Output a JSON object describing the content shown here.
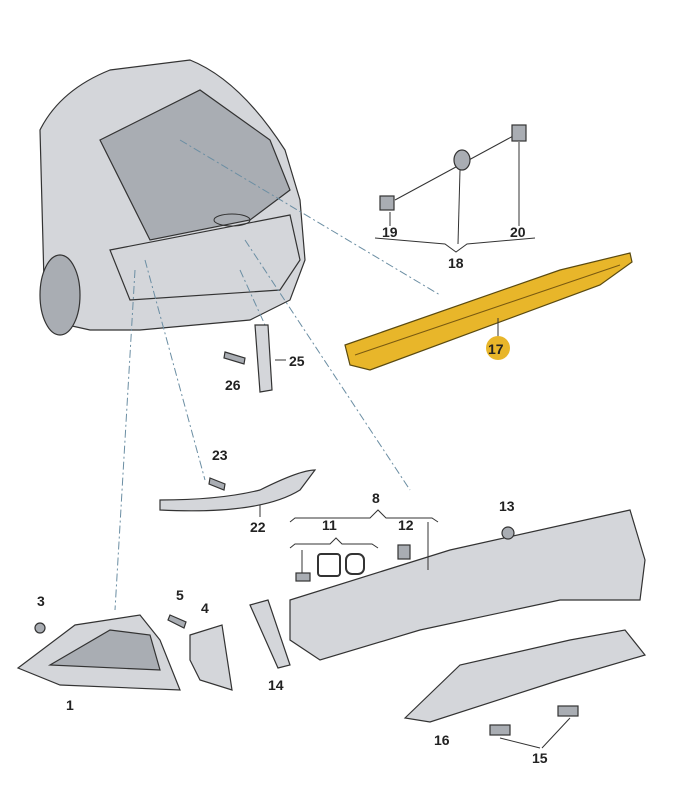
{
  "diagram": {
    "highlight_color": "#e8b62a",
    "highlighted_part": "17",
    "labels": {
      "p1": "1",
      "p3": "3",
      "p4": "4",
      "p5": "5",
      "p8": "8",
      "p11": "11",
      "p12": "12",
      "p13": "13",
      "p14": "14",
      "p15": "15",
      "p16": "16",
      "p17": "17",
      "p18": "18",
      "p19": "19",
      "p20": "20",
      "p22": "22",
      "p23": "23",
      "p25": "25",
      "p26": "26"
    }
  }
}
